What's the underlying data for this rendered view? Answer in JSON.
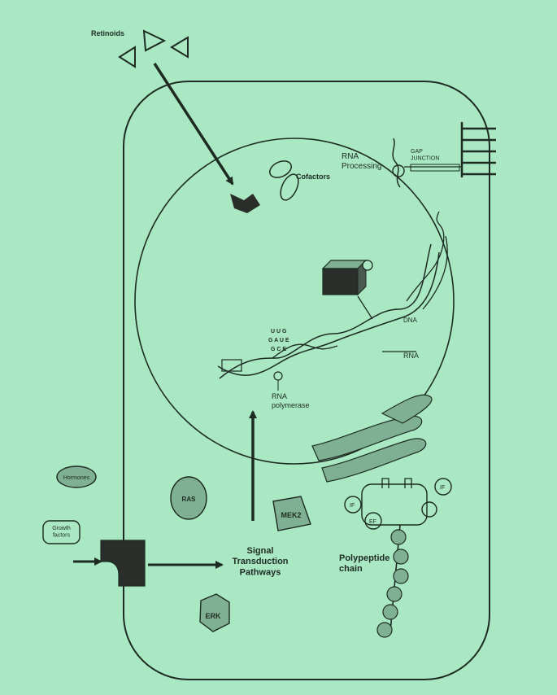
{
  "colors": {
    "background": "#a9e8c3",
    "ink": "#1d2b22",
    "shape_fill": "#7fb093",
    "dark_fill": "#2a2e2b"
  },
  "labels": {
    "retinoids": "Retinoids",
    "cofactors": "Cofactors",
    "rna_processing": "RNA\nProcessing",
    "gap_junction": "GAP\nJUNCTION",
    "rna": "RNA",
    "rna_polymerase": "RNA\npolymerase",
    "codon_top": "U U G",
    "codon_mid": "G A U E",
    "codon_bottom": "G C E",
    "dna": "DNA",
    "hormones": "Hormones",
    "growth_factors": "Growth\nfactors",
    "ras": "RAS",
    "mek2": "MEK2",
    "erk": "ERK",
    "signal": "Signal\nTransduction\nPathways",
    "polypeptide": "Polypeptide\nchain",
    "if_left": "IF",
    "if_right": "IF",
    "ef": "EF"
  }
}
